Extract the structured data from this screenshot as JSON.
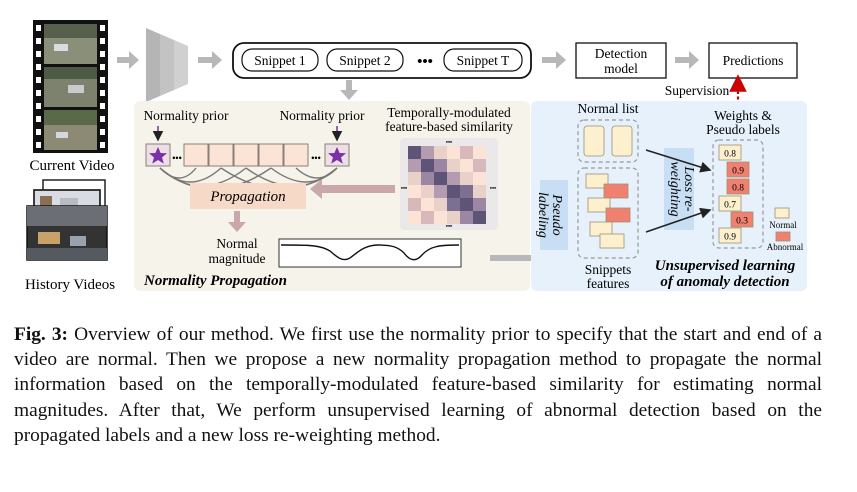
{
  "diagram": {
    "inputs": {
      "current_video_label": "Current Video",
      "history_videos_label": "History Videos"
    },
    "pipeline": {
      "snippets": [
        "Snippet 1",
        "Snippet 2",
        "Snippet T"
      ],
      "ellipsis": "•••",
      "detection_model": [
        "Detection",
        "model"
      ],
      "predictions": "Predictions",
      "supervision": "Supervision"
    },
    "normality_propagation": {
      "title": "Normality Propagation",
      "prior_left": "Normality prior",
      "prior_right": "Normality prior",
      "similarity_label": [
        "Temporally-modulated",
        "feature-based similarity"
      ],
      "propagation": "Propagation",
      "magnitude_label": [
        "Normal",
        "magnitude"
      ]
    },
    "unsupervised": {
      "title": [
        "Unsupervised learning",
        "of anomaly detection"
      ],
      "normal_list": "Normal list",
      "pseudo_labeling": [
        "Pseudo",
        "labeling"
      ],
      "loss_reweighting": [
        "Loss re-",
        "weighting"
      ],
      "snippets_features": [
        "Snippets",
        "features"
      ],
      "weights_labels": [
        "Weights &",
        "Pseudo labels"
      ],
      "weights": [
        "0.8",
        "0.9",
        "0.8",
        "0.7",
        "0.3",
        "0.9"
      ],
      "legend_normal": "Normal",
      "legend_abnormal": "Abnormal"
    }
  },
  "caption": {
    "label": "Fig. 3:",
    "text": "Overview of our method. We first use the normality prior to specify that the start and end of a video are normal. Then we propose a new normality propagation method to propagate the normal information based on the temporally-modulated feature-based similarity for estimating normal magnitudes. After that, We perform unsupervised learning of abnormal detection based on the propagated labels and a new loss re-weighting method."
  },
  "colors": {
    "np_panel": "#f6f3ea",
    "ul_panel": "#e6f1fb",
    "prior_star": "#7b2fa8",
    "cell_fill": "#fbe3d6",
    "pseudo_box": "#c8def4",
    "abnormal": "#f08070",
    "normal": "#fdf0cf",
    "arrow": "#b8b8b8",
    "sim_arrow": "#c9a7ab",
    "supervision_arrow": "#cc0000"
  }
}
